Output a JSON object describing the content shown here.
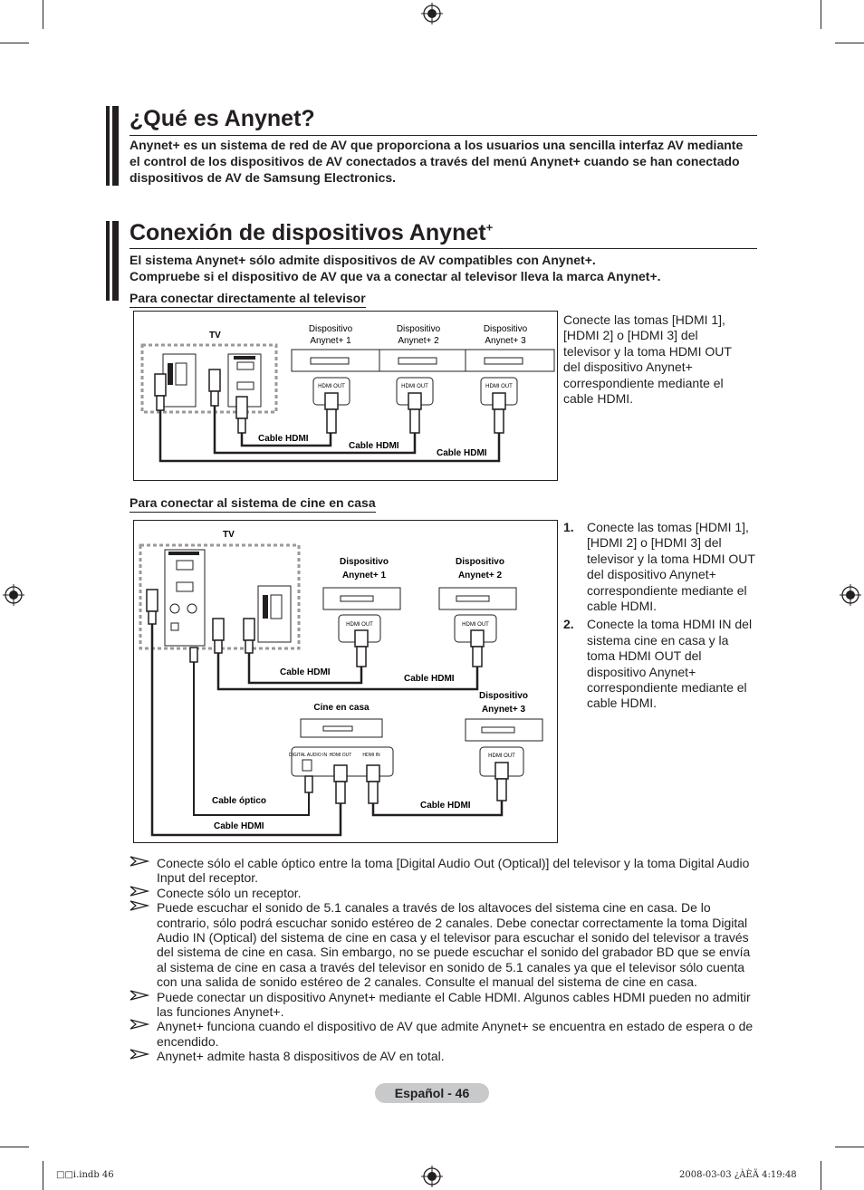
{
  "section1": {
    "title": "¿Qué es Anynet?",
    "intro": "Anynet+ es un sistema de red de AV que proporciona a los usuarios una sencilla interfaz AV mediante el control de los dispositivos de AV conectados a través del menú Anynet+ cuando se han conectado dispositivos de AV de Samsung Electronics."
  },
  "section2": {
    "title": "Conexión de dispositivos Anynet",
    "title_sup": "+",
    "intro_line1": "El sistema Anynet+ sólo admite dispositivos de AV compatibles con Anynet+.",
    "intro_line2": "Compruebe si el dispositivo de AV que va a conectar al televisor lleva la marca Anynet+."
  },
  "direct": {
    "heading": "Para conectar directamente al televisor",
    "description": "Conecte las tomas [HDMI 1], [HDMI 2] o [HDMI 3] del televisor y la toma HDMI OUT del dispositivo Anynet+ correspondiente mediante el cable HDMI.",
    "diagram": {
      "tv": "TV",
      "dev1_line1": "Dispositivo",
      "dev1_line2": "Anynet+ 1",
      "dev2_line1": "Dispositivo",
      "dev2_line2": "Anynet+ 2",
      "dev3_line1": "Dispositivo",
      "dev3_line2": "Anynet+ 3",
      "hdmi_out": "HDMI OUT",
      "cable1": "Cable HDMI",
      "cable2": "Cable HDMI",
      "cable3": "Cable HDMI"
    }
  },
  "home": {
    "heading": "Para conectar al sistema de cine en casa",
    "steps": [
      {
        "num": "1.",
        "text": "Conecte las tomas [HDMI 1], [HDMI 2] o [HDMI 3] del televisor y la toma HDMI OUT del dispositivo Anynet+ correspondiente mediante el cable HDMI."
      },
      {
        "num": "2.",
        "text": "Conecte la toma HDMI IN del sistema cine en casa y la toma HDMI OUT del dispositivo Anynet+ correspondiente mediante el cable HDMI."
      }
    ],
    "diagram": {
      "tv": "TV",
      "dev1_line1": "Dispositivo",
      "dev1_line2": "Anynet+ 1",
      "dev2_line1": "Dispositivo",
      "dev2_line2": "Anynet+ 2",
      "dev3_line1": "Dispositivo",
      "dev3_line2": "Anynet+ 3",
      "hdmi_out": "HDMI OUT",
      "hdmi_in": "HDMI IN",
      "digital_audio_in": "DIGITAL AUDIO IN",
      "cinema": "Cine en casa",
      "cable_hdmi_a": "Cable HDMI",
      "cable_hdmi_b": "Cable HDMI",
      "cable_optical": "Cable óptico",
      "cable_hdmi_c": "Cable HDMI",
      "cable_hdmi_d": "Cable HDMI"
    }
  },
  "notes": [
    "Conecte sólo el cable óptico entre la toma [Digital Audio Out (Optical)] del televisor y la toma Digital Audio Input del receptor.",
    "Conecte sólo un receptor.",
    "Puede escuchar el sonido de 5.1 canales a través de los altavoces del sistema cine en casa. De lo contrario, sólo podrá escuchar sonido estéreo de 2 canales. Debe conectar correctamente la toma Digital Audio IN (Optical) del sistema de cine en casa y el televisor para escuchar el sonido del televisor a través del sistema de cine en casa. Sin embargo, no se puede escuchar el sonido del grabador BD que se envía al sistema de cine en casa a través del televisor en sonido de 5.1 canales ya que el televisor sólo cuenta con una salida de sonido estéreo de 2 canales. Consulte el manual del sistema de cine en casa.",
    "Puede conectar un dispositivo Anynet+ mediante el Cable HDMI. Algunos cables HDMI pueden no admitir las funciones Anynet+.",
    "Anynet+ funciona cuando el dispositivo de AV que admite Anynet+ se encuentra en estado de espera o de encendido.",
    "Anynet+ admite hasta 8 dispositivos de AV en total."
  ],
  "page_label": "Español - 46",
  "footer": {
    "left": "□□i.indb   46",
    "right": "2008-03-03   ¿ÀÈÄ 4:19:48"
  }
}
